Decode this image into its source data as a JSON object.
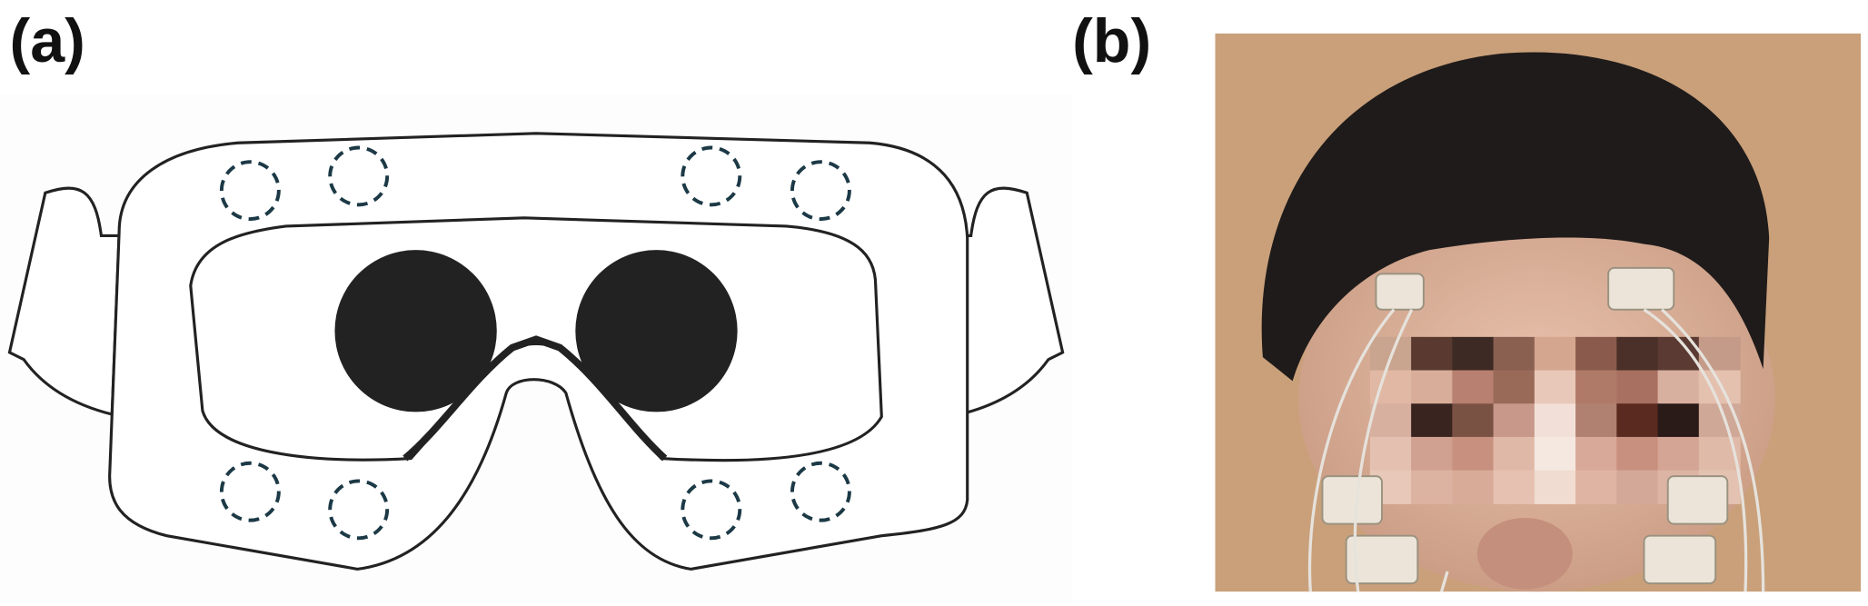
{
  "panels": [
    {
      "label": "(a)",
      "content": "vr-mask-electrode-layout-diagram",
      "electrode_count": 8
    },
    {
      "label": "(b)",
      "content": "photo-electrodes-on-face"
    }
  ],
  "colors": {
    "electrode_outline": "#1c3946",
    "lens": "#222222",
    "photo_background": "#c9a07a"
  }
}
